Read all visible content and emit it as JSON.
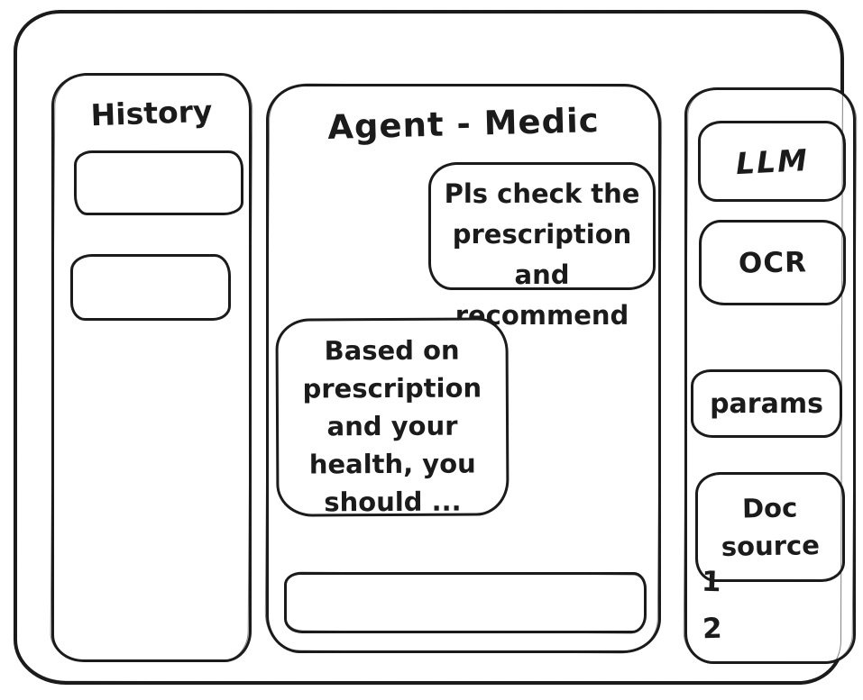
{
  "app": {
    "title": "Agent - Medic"
  },
  "history_panel": {
    "title": "History",
    "items": [
      "",
      ""
    ]
  },
  "chat_panel": {
    "title": "Agent - Medic",
    "messages": [
      {
        "role": "user",
        "text": "Pls check the\nprescription\nand recommend"
      },
      {
        "role": "assistant",
        "text": "Based on\nprescription\nand your\nhealth, you\nshould ..."
      }
    ],
    "input": {
      "value": "",
      "placeholder": ""
    }
  },
  "tools_panel": {
    "buttons": [
      {
        "id": "llm",
        "label": "LLM"
      },
      {
        "id": "ocr",
        "label": "OCR"
      },
      {
        "id": "params",
        "label": "params"
      },
      {
        "id": "doc-source",
        "label": "Doc source"
      }
    ],
    "source_numbers": [
      "1",
      "2"
    ]
  },
  "colors": {
    "stroke": "#1b1b1b",
    "background": "#ffffff"
  }
}
